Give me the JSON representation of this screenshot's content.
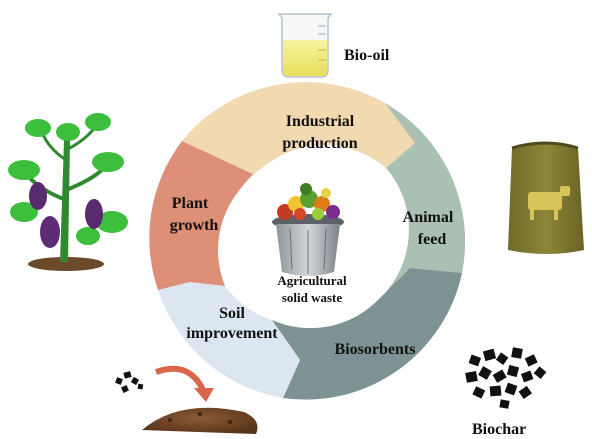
{
  "center": {
    "line1": "Agricultural",
    "line2": "solid waste"
  },
  "segments": {
    "industrial": {
      "line1": "Industrial",
      "line2": "production",
      "color": "#f1d9b0"
    },
    "animal": {
      "line1": "Animal",
      "line2": "feed",
      "color": "#a9c0b3"
    },
    "biosorbents": {
      "line1": "Biosorbents",
      "color": "#7d9292"
    },
    "soil": {
      "line1": "Soil",
      "line2": "improvement",
      "color": "#dbe6f0"
    },
    "plant": {
      "line1": "Plant",
      "line2": "growth",
      "color": "#dd8f78"
    }
  },
  "products": {
    "biooil": "Bio-oil",
    "biochar": "Biochar"
  },
  "icons": [
    "beaker-icon",
    "eggplant-plant-icon",
    "feed-sack-icon",
    "cow-icon",
    "biochar-pile-icon",
    "soil-mound-icon",
    "curved-arrow-icon",
    "waste-bin-icon"
  ]
}
